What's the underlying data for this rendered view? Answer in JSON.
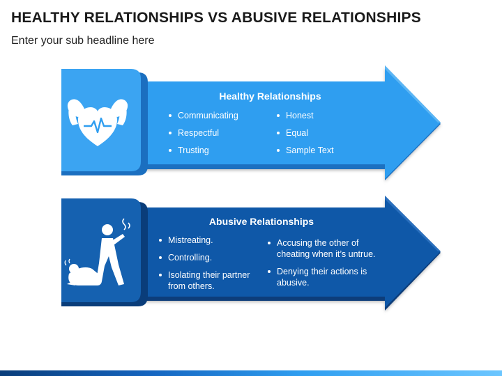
{
  "title": "HEALTHY RELATIONSHIPS VS ABUSIVE RELATIONSHIPS",
  "subtitle": "Enter your sub headline here",
  "healthy": {
    "title": "Healthy Relationships",
    "left_items": [
      "Communicating",
      "Respectful",
      "Trusting"
    ],
    "right_items": [
      "Honest",
      "Equal",
      "Sample Text"
    ],
    "colors": {
      "main": "#2f9ef0",
      "dark": "#1b6fc0",
      "light": "#5bb5f4"
    },
    "icon": "strong-heart-icon"
  },
  "abusive": {
    "title": "Abusive Relationships",
    "left_items": [
      "Mistreating.",
      "Controlling.",
      "Isolating their partner from others."
    ],
    "right_items": [
      "Accusing the other of cheating when it’s untrue.",
      "Denying their actions is abusive."
    ],
    "colors": {
      "main": "#0f58a8",
      "dark": "#0a3d7a",
      "light": "#2a6fbd"
    },
    "icon": "abuse-figures-icon"
  }
}
